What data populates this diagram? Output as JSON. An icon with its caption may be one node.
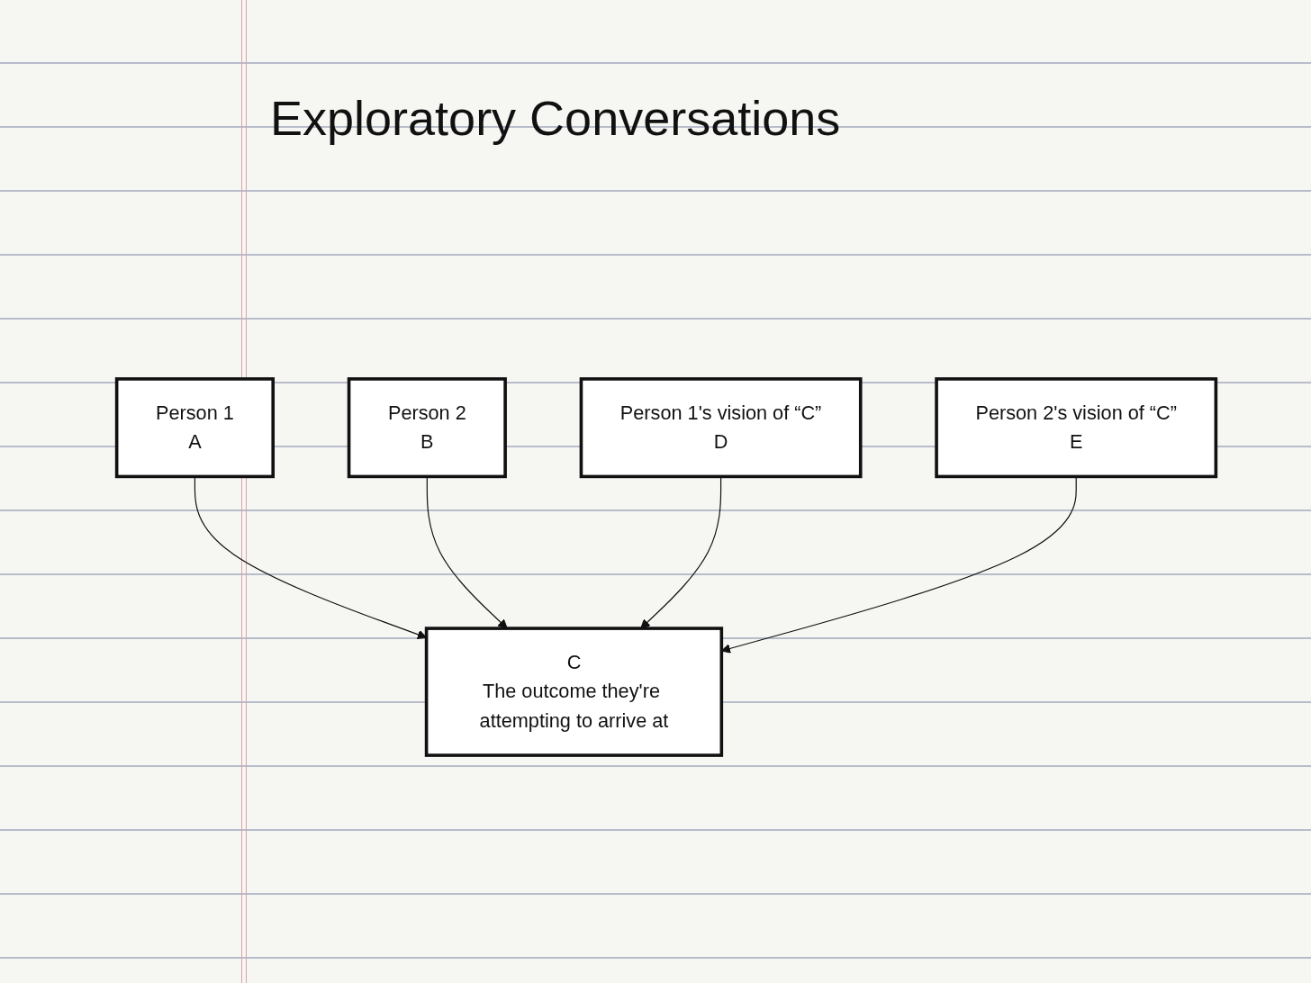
{
  "diagram": {
    "title": "Exploratory Conversations",
    "nodes": [
      {
        "text": [
          "Person 1",
          "A"
        ]
      },
      {
        "text": [
          "Person 2",
          "B"
        ]
      },
      {
        "text": [
          "Person 1's vision of “C”",
          "D"
        ]
      },
      {
        "text": [
          "C",
          "The outcome they're attempting to arrive at"
        ]
      },
      {
        "text": [
          "Person 2's vision of “C”",
          "E"
        ]
      }
    ],
    "edges": [
      {
        "from": 0,
        "to": 3,
        "arrow": "to"
      },
      {
        "from": 1,
        "to": 3,
        "arrow": "to"
      },
      {
        "from": 2,
        "to": 3,
        "arrow": "to"
      },
      {
        "from": 4,
        "to": 3,
        "arrow": "to"
      }
    ]
  }
}
